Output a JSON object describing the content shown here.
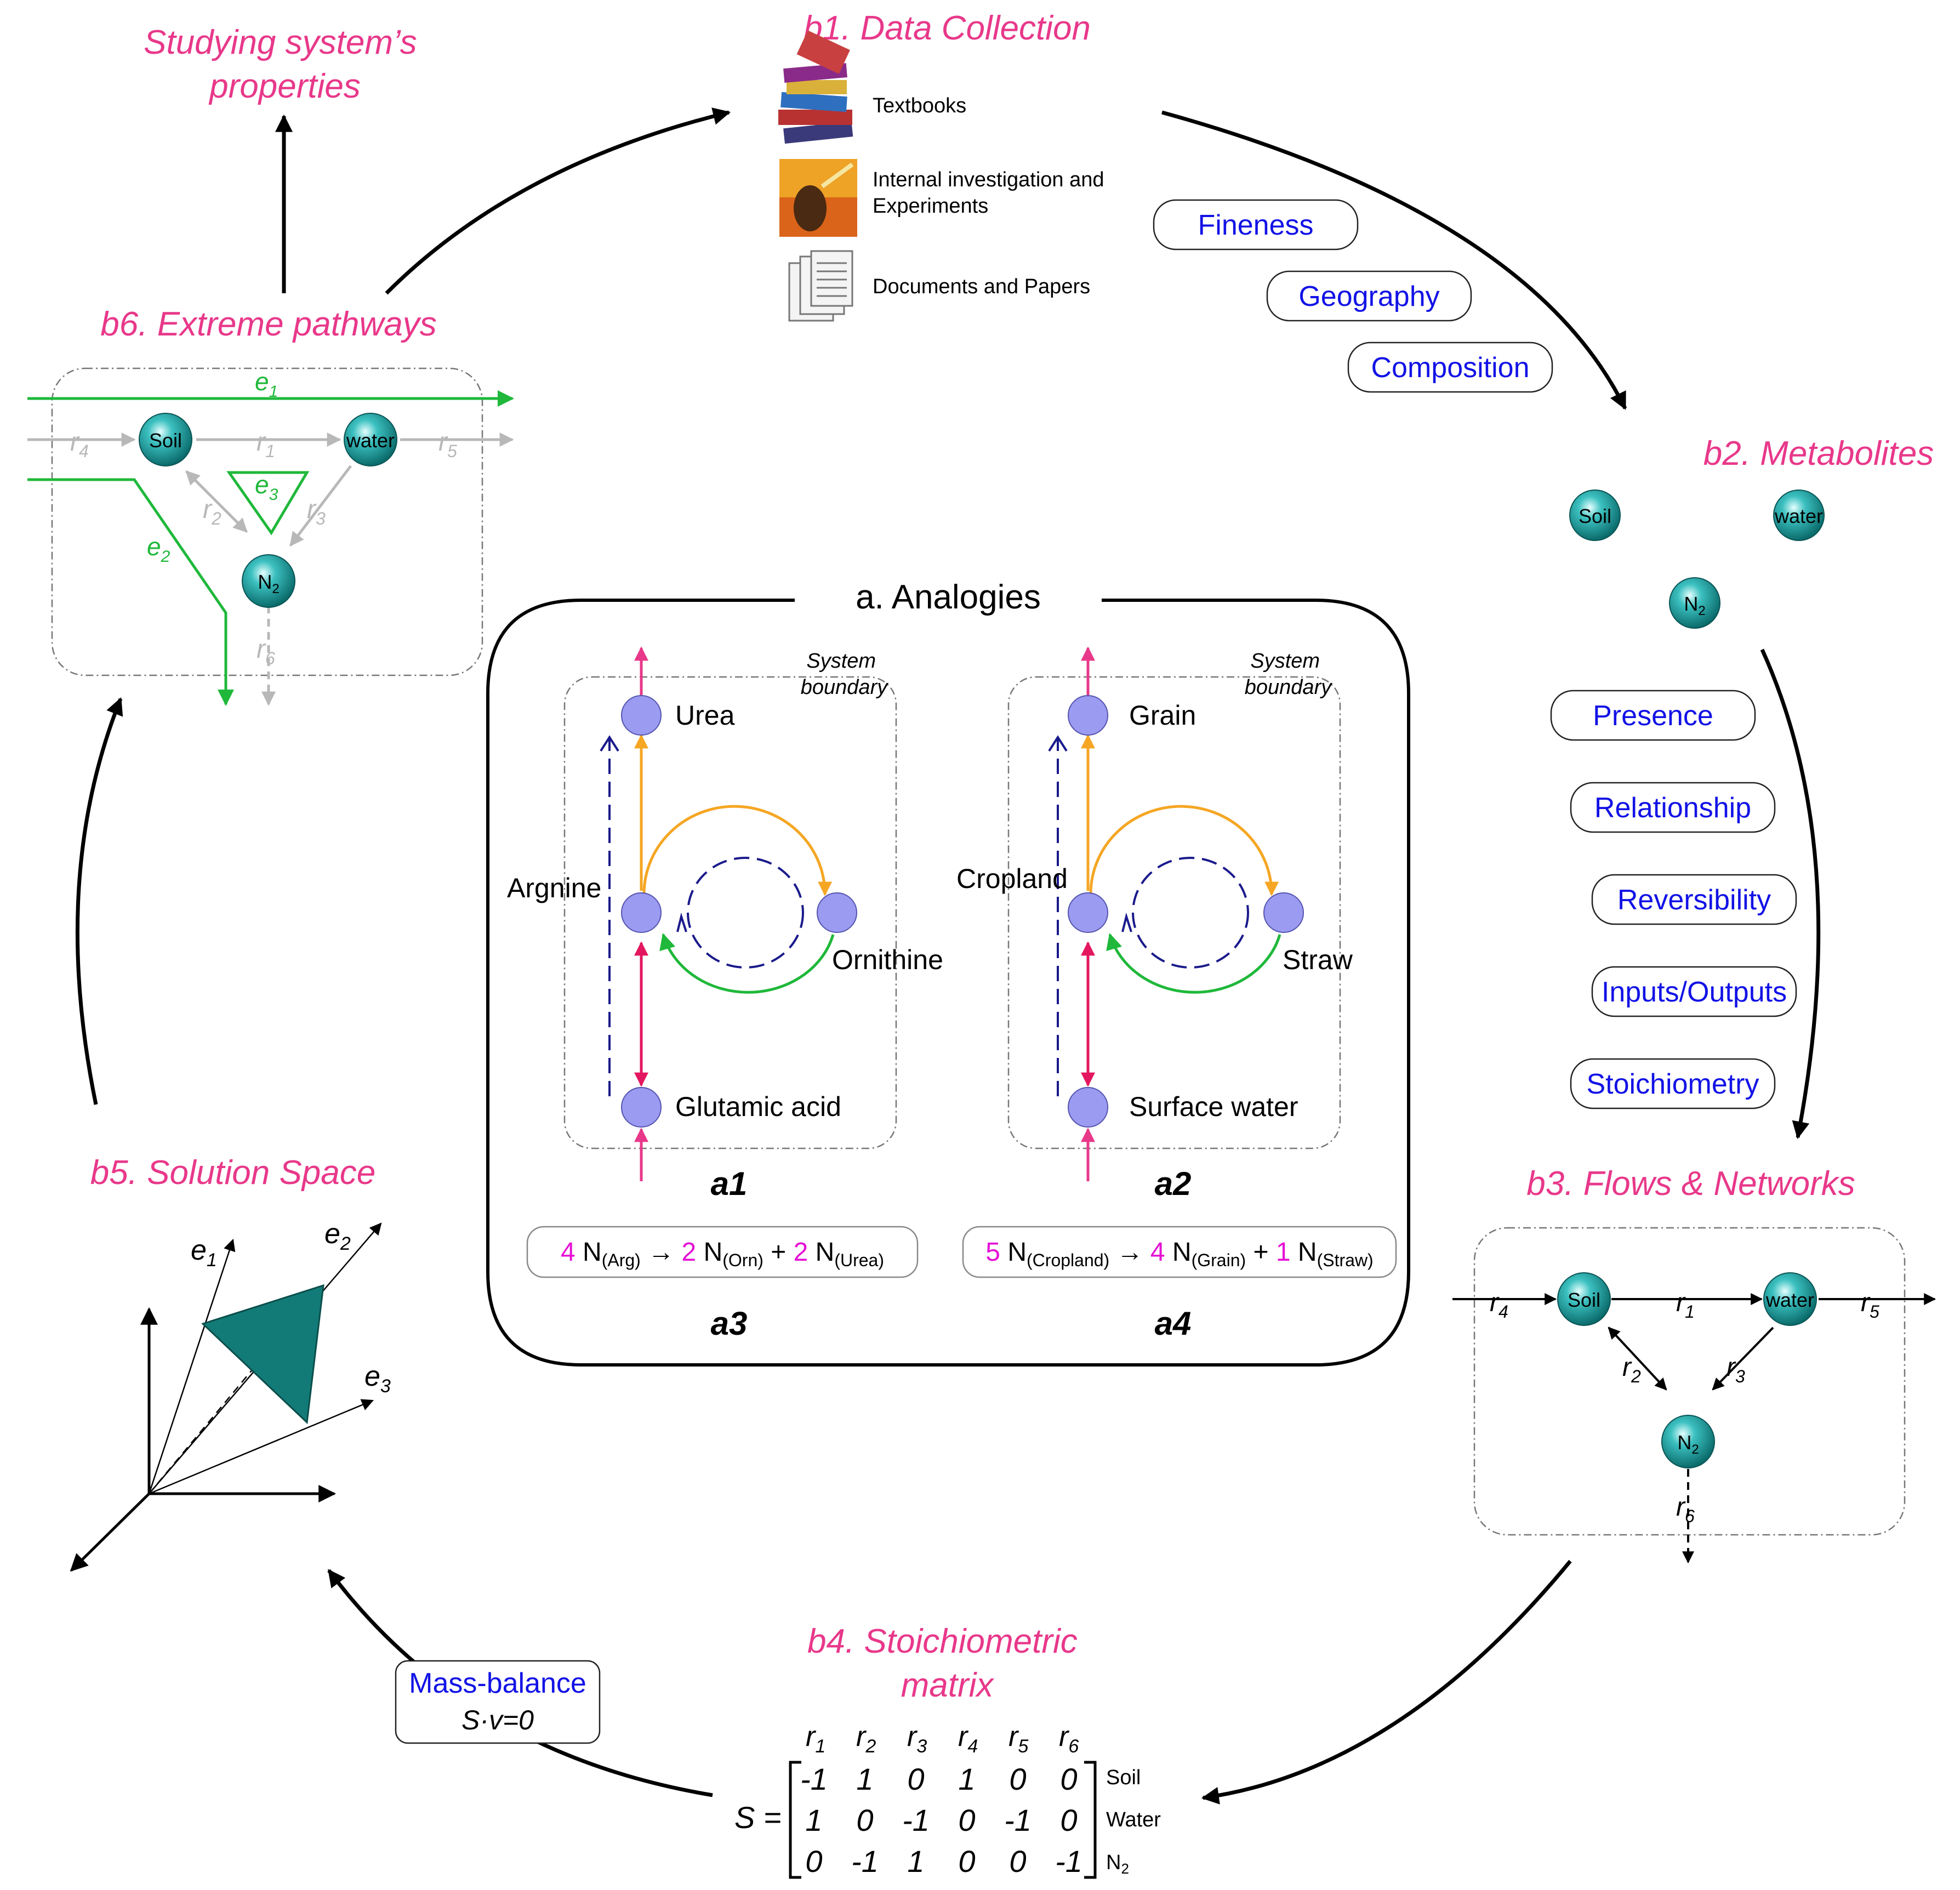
{
  "title_analogies": "a. Analogies",
  "properties_label": "Studying system’s properties",
  "b1": {
    "title": "b1. Data Collection",
    "items": [
      "Textbooks",
      "Internal investigation and",
      "Experiments",
      "Documents and Papers"
    ],
    "icons": [
      "books-icon",
      "lab-experiment-icon",
      "documents-icon"
    ],
    "tags": [
      "Fineness",
      "Geography",
      "Composition"
    ]
  },
  "b2": {
    "title": "b2. Metabolites",
    "nodes": [
      "Soil",
      "water",
      "N",
      "2"
    ],
    "tags": [
      "Presence",
      "Relationship",
      "Reversibility",
      "Inputs/Outputs",
      "Stoichiometry"
    ]
  },
  "b3": {
    "title": "b3. Flows & Networks",
    "nodes": [
      "Soil",
      "water",
      "N",
      "2"
    ],
    "reactions": [
      "r",
      "4",
      "r",
      "1",
      "r",
      "5",
      "r",
      "2",
      "r",
      "3",
      "r",
      "6"
    ]
  },
  "b4": {
    "title_line1": "b4. Stoichiometric",
    "title_line2": "matrix",
    "matrix_label": "S =",
    "columns": [
      "r",
      "1",
      "r",
      "2",
      "r",
      "3",
      "r",
      "4",
      "r",
      "5",
      "r",
      "6"
    ],
    "rows": [
      {
        "values": [
          "-1",
          "1",
          "0",
          "1",
          "0",
          "0"
        ],
        "label": "Soil"
      },
      {
        "values": [
          "1",
          "0",
          "-1",
          "0",
          "-1",
          "0"
        ],
        "label": "Water"
      },
      {
        "values": [
          "0",
          "-1",
          "1",
          "0",
          "0",
          "-1"
        ],
        "label": "N",
        "label_sub": "2"
      }
    ]
  },
  "mass_balance": {
    "line1": "Mass-balance",
    "line2": "S·v=0"
  },
  "b5": {
    "title": "b5. Solution Space",
    "axes": [
      "e",
      "1",
      "e",
      "2",
      "e",
      "3"
    ]
  },
  "b6": {
    "title": "b6. Extreme pathways",
    "nodes": [
      "Soil",
      "water",
      "N",
      "2"
    ],
    "pathways": [
      "e",
      "1",
      "e",
      "2",
      "e",
      "3"
    ],
    "reactions": [
      "r",
      "4",
      "r",
      "1",
      "r",
      "5",
      "r",
      "2",
      "r",
      "3",
      "r",
      "6"
    ]
  },
  "a1": {
    "label": "a1",
    "boundary": [
      "System",
      "boundary"
    ],
    "nodes": [
      "Urea",
      "Argnine",
      "Ornithine",
      "Glutamic acid"
    ]
  },
  "a2": {
    "label": "a2",
    "boundary": [
      "System",
      "boundary"
    ],
    "nodes": [
      "Grain",
      "Cropland",
      "Straw",
      "Surface water"
    ]
  },
  "a3": {
    "label": "a3",
    "equation": {
      "c1": "4",
      "n1": "N",
      "s1": "(Arg)",
      "arrow": "→",
      "c2": "2",
      "n2": "N",
      "s2": "(Orn)",
      "plus": "+",
      "c3": "2",
      "n3": "N",
      "s3": "(Urea)"
    }
  },
  "a4": {
    "label": "a4",
    "equation": {
      "c1": "5",
      "n1": "N",
      "s1": "(Cropland)",
      "arrow": "→",
      "c2": "4",
      "n2": "N",
      "s2": "(Grain)",
      "plus": "+",
      "c3": "1",
      "n3": "N",
      "s3": "(Straw)"
    }
  },
  "colors": {
    "pink_title": "#e8388a",
    "tag_blue": "#1212e6",
    "node_teal": "#1a9e9e",
    "node_lilac": "#9b9bf2",
    "orange": "#f5a623",
    "green": "#1fb83a",
    "magenta": "#e60fd5",
    "crimson": "#e3175f",
    "navy": "#1a1a8c"
  }
}
